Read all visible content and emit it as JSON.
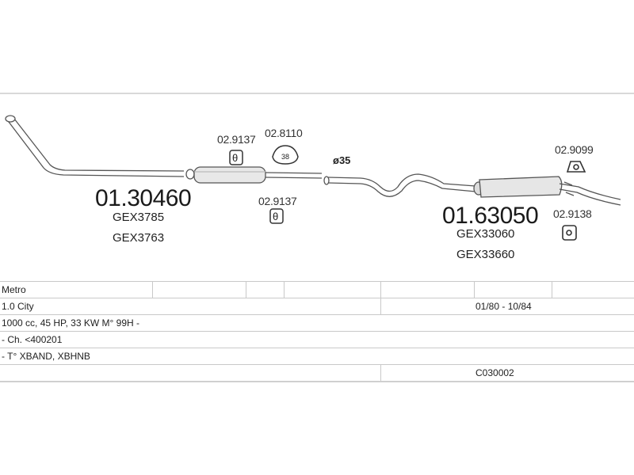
{
  "parts": {
    "front_pipe": {
      "number": "01.30460",
      "refs": [
        "GEX3785",
        "GEX3763"
      ]
    },
    "rear_silencer": {
      "number": "01.63050",
      "refs": [
        "GEX33060",
        "GEX33660"
      ]
    },
    "accessories": {
      "clamp_a": "02.9137",
      "clamp_b": "02.9137",
      "gasket": "02.8110",
      "hanger_a": "02.9099",
      "hanger_b": "02.9138"
    },
    "diameter": "ø35",
    "gasket_inner_label": "38",
    "clamp_symbol": "θ"
  },
  "spec_table": {
    "model": "Metro",
    "version": "1.0 City",
    "period": "01/80 - 10/84",
    "engine": "1000 cc, 45 HP, 33 KW M° 99H -",
    "chassis": "- Ch. <400201",
    "types": "- T° XBAND, XBHNB",
    "code": "C030002"
  }
}
